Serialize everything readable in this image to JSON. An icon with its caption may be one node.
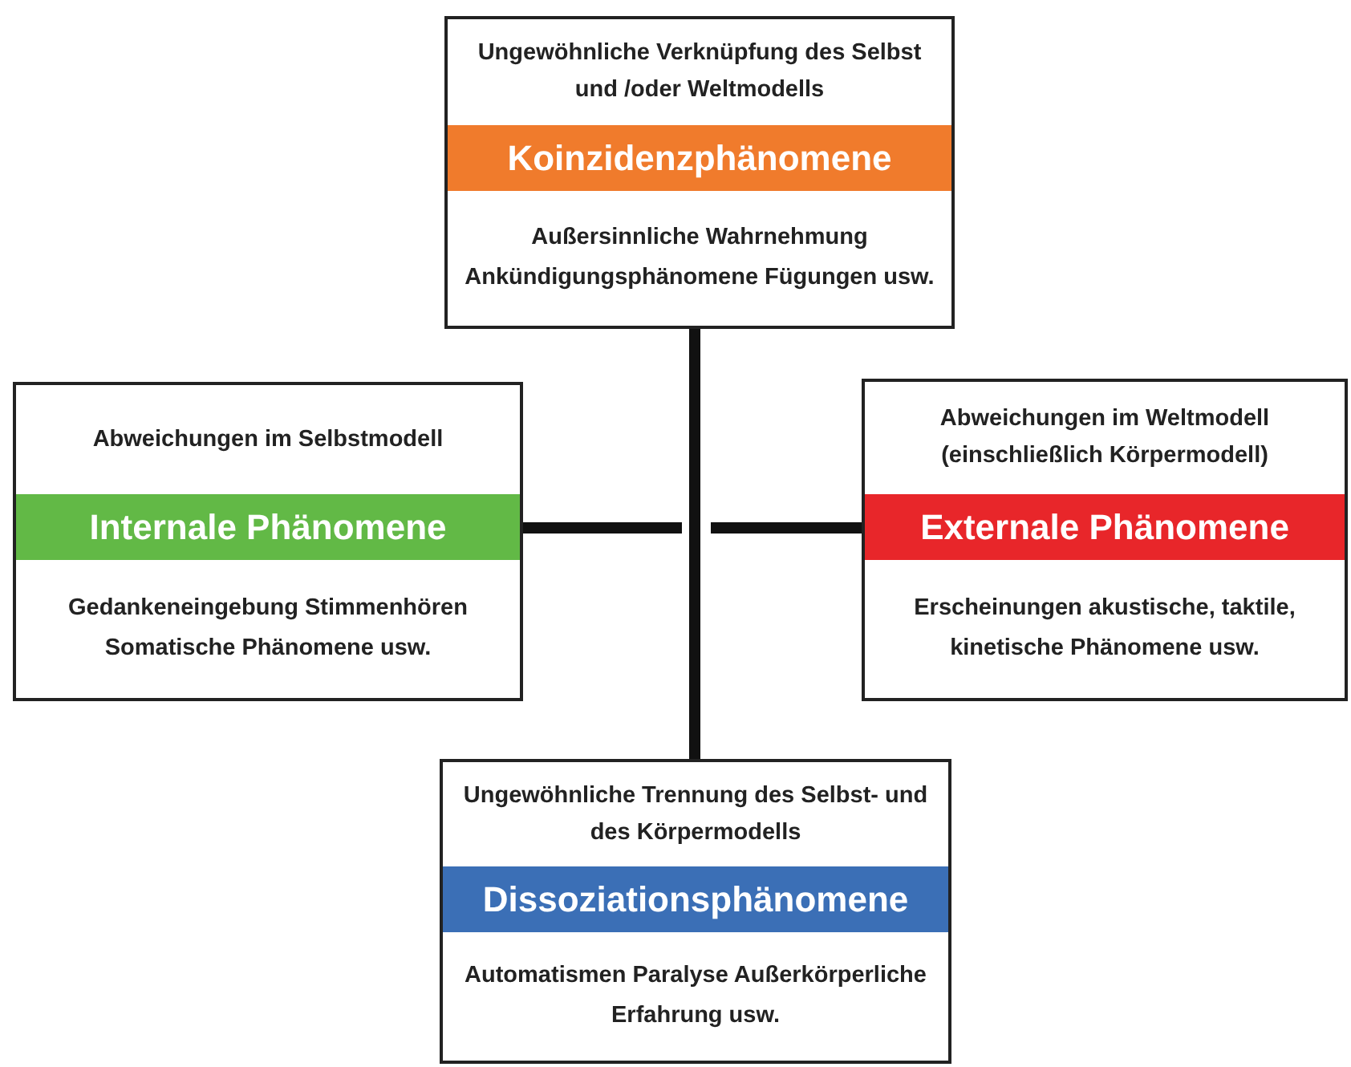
{
  "diagram": {
    "nodes": [
      {
        "text": [
          "Ungewöhnliche Verknüpfung des Selbst und /oder Weltmodells",
          "Außersinnliche Wahrnehmung Ankündigungsphänomene Fügungen usw."
        ]
      },
      {
        "text": [
          "Koinzidenzphänomene"
        ],
        "in": 0
      },
      {
        "text": [
          "Abweichungen im Selbstmodell",
          "Gedankeneingebung Stimmenhören Somatische Phänomene usw."
        ]
      },
      {
        "text": [
          "Internale Phänomene"
        ],
        "in": 2
      },
      {
        "text": [
          "Abweichungen im Weltmodell (einschließlich Körpermodell)",
          "Erscheinungen akustische, taktile, kinetische Phänomene usw."
        ]
      },
      {
        "text": [
          "Externale Phänomene"
        ],
        "in": 4
      },
      {
        "text": [
          "Ungewöhnliche Trennung des Selbst- und des Körpermodells",
          "Automatismen Paralyse Außerkörperliche Erfahrung usw."
        ]
      },
      {
        "text": [
          "Dissoziationsphänomene"
        ],
        "in": 6
      }
    ],
    "edges": [
      {
        "from": 0,
        "to": 6,
        "arrow": "none"
      },
      {
        "from": 2,
        "to": null,
        "arrow": "none"
      },
      {
        "from": 4,
        "to": null,
        "arrow": "none"
      }
    ]
  }
}
